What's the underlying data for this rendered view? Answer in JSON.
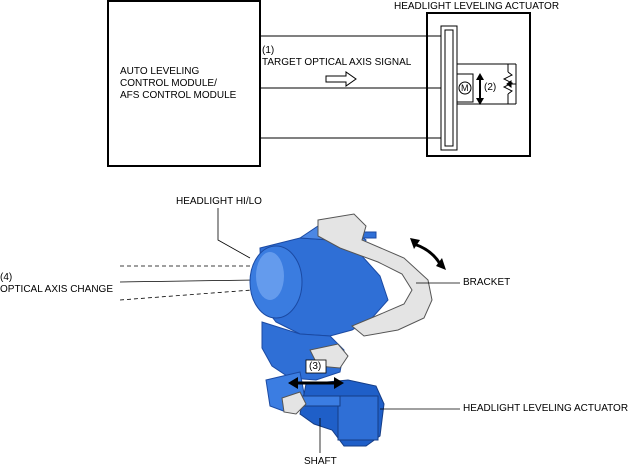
{
  "diagram": {
    "module_label_line1": "AUTO LEVELING",
    "module_label_line2": "CONTROL MODULE/",
    "module_label_line3": "AFS CONTROL MODULE",
    "signal_number": "(1)",
    "signal_label": "TARGET OPTICAL AXIS SIGNAL",
    "actuator_box_title": "HEADLIGHT LEVELING ACTUATOR",
    "motor_symbol": "M",
    "pot_number": "(2)",
    "shaft_move_number": "(3)",
    "optical_change_number": "(4)",
    "optical_change_label": "OPTICAL AXIS CHANGE",
    "headlight_label": "HEADLIGHT HI/LO",
    "bracket_label": "BRACKET",
    "actuator_label": "HEADLIGHT LEVELING ACTUATOR",
    "shaft_label": "SHAFT"
  },
  "colors": {
    "part_blue": "#2f6fd6",
    "part_dark_blue": "#1b4aa3",
    "part_light_blue": "#6fa3f0",
    "bracket_gray": "#e4e4e4",
    "line": "#000000"
  }
}
